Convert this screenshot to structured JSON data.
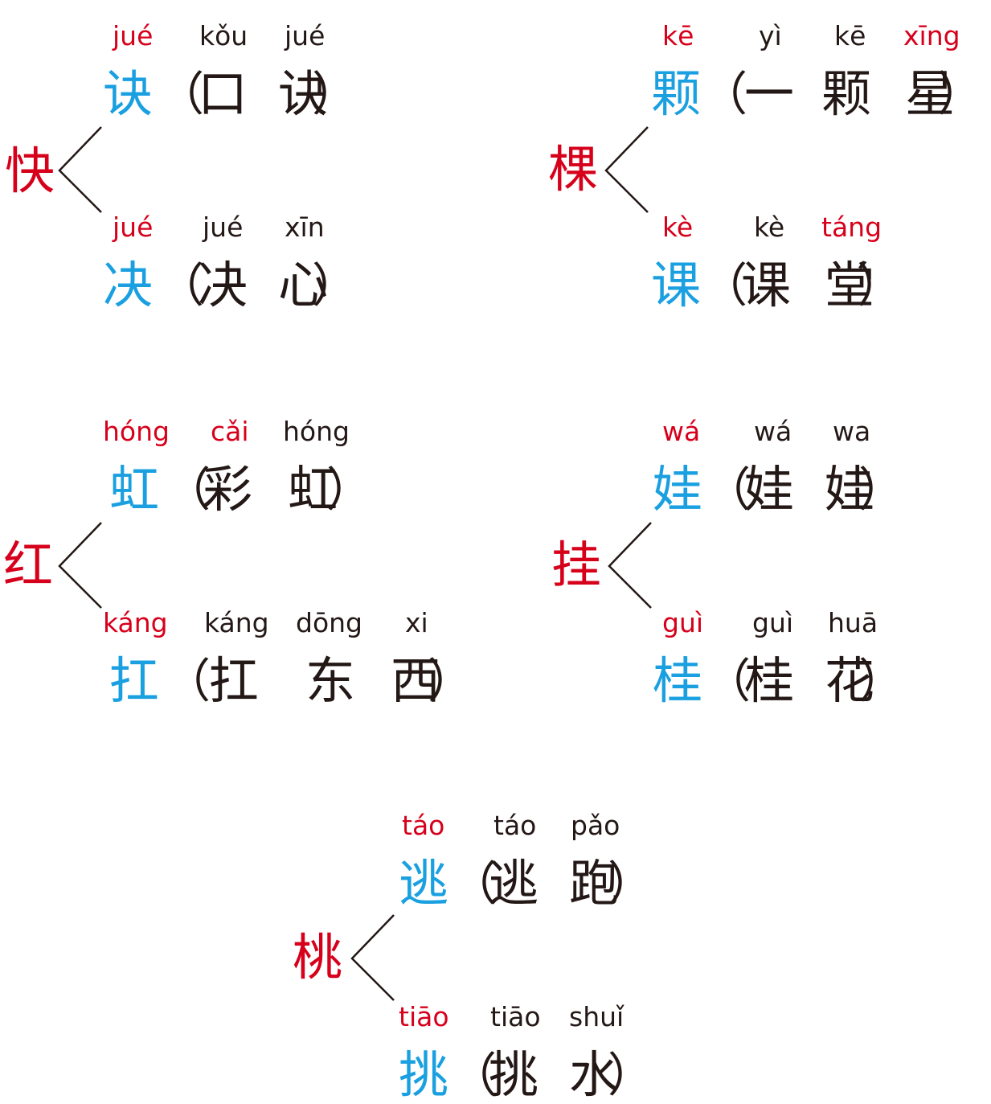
{
  "colors": {
    "red": "#d7001b",
    "blue": "#1aa0e0",
    "black": "#231815"
  },
  "groups": [
    {
      "base": "快",
      "top": {
        "pinyin": [
          "jué",
          "kǒu",
          "jué"
        ],
        "chars": [
          "诀",
          "口",
          "诀"
        ],
        "red_pinyin": [
          0
        ]
      },
      "bottom": {
        "pinyin": [
          "jué",
          "jué",
          "xīn"
        ],
        "chars": [
          "决",
          "决",
          "心"
        ],
        "red_pinyin": [
          0
        ]
      }
    },
    {
      "base": "棵",
      "top": {
        "pinyin": [
          "kē",
          "yì",
          "kē",
          "xīng"
        ],
        "chars": [
          "颗",
          "一",
          "颗",
          "星"
        ],
        "red_pinyin": [
          0,
          3
        ]
      },
      "bottom": {
        "pinyin": [
          "kè",
          "kè",
          "táng"
        ],
        "chars": [
          "课",
          "课",
          "堂"
        ],
        "red_pinyin": [
          0,
          2
        ]
      }
    },
    {
      "base": "红",
      "top": {
        "pinyin": [
          "hóng",
          "cǎi",
          "hóng"
        ],
        "chars": [
          "虹",
          "彩",
          "虹"
        ],
        "red_pinyin": [
          0,
          1
        ]
      },
      "bottom": {
        "pinyin": [
          "káng",
          "káng",
          "dōng",
          "xi"
        ],
        "chars": [
          "扛",
          "扛",
          "东",
          "西"
        ],
        "red_pinyin": [
          0
        ]
      }
    },
    {
      "base": "挂",
      "top": {
        "pinyin": [
          "wá",
          "wá",
          "wa"
        ],
        "chars": [
          "娃",
          "娃",
          "娃"
        ],
        "red_pinyin": [
          0
        ]
      },
      "bottom": {
        "pinyin": [
          "guì",
          "guì",
          "huā"
        ],
        "chars": [
          "桂",
          "桂",
          "花"
        ],
        "red_pinyin": [
          0
        ]
      }
    },
    {
      "base": "桃",
      "top": {
        "pinyin": [
          "táo",
          "táo",
          "pǎo"
        ],
        "chars": [
          "逃",
          "逃",
          "跑"
        ],
        "red_pinyin": [
          0
        ]
      },
      "bottom": {
        "pinyin": [
          "tiāo",
          "tiāo",
          "shuǐ"
        ],
        "chars": [
          "挑",
          "挑",
          "水"
        ],
        "red_pinyin": [
          0
        ]
      }
    }
  ]
}
